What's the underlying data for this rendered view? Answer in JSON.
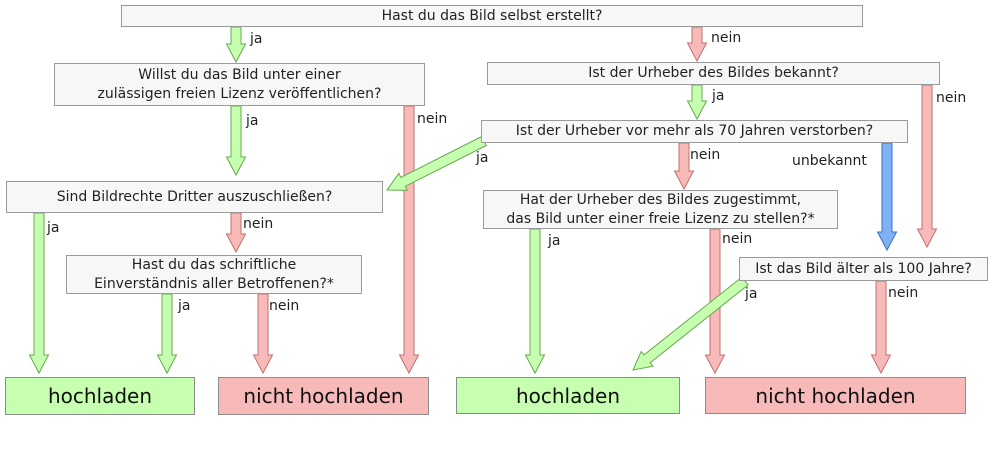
{
  "colors": {
    "yes_fill": "#c6ffaf",
    "yes_stroke": "#66a94f",
    "no_fill": "#f8b9b9",
    "no_stroke": "#c27070",
    "unknown_fill": "#7fb2f5",
    "unknown_stroke": "#3d6fc0"
  },
  "questions": {
    "q1": "Hast du das Bild selbst erstellt?",
    "q2_line1": "Willst du das Bild unter einer",
    "q2_line2": "zulässigen freien Lizenz veröffentlichen?",
    "q3": "Ist der Urheber des Bildes bekannt?",
    "q4": "Ist der Urheber vor mehr als 70 Jahren verstorben?",
    "q5": "Sind Bildrechte Dritter auszuschließen?",
    "q6_line1": "Hat der Urheber des Bildes zugestimmt,",
    "q6_line2": "das Bild unter einer freie Lizenz zu stellen?*",
    "q7_line1": "Hast du das schriftliche",
    "q7_line2": "Einverständnis aller Betroffenen?*",
    "q8": "Ist das Bild älter als 100 Jahre?"
  },
  "outcomes": {
    "upload_1": "hochladen",
    "no_upload_1": "nicht hochladen",
    "upload_2": "hochladen",
    "no_upload_2": "nicht hochladen"
  },
  "labels": {
    "yes": "ja",
    "no": "nein",
    "unknown": "unbekannt"
  }
}
